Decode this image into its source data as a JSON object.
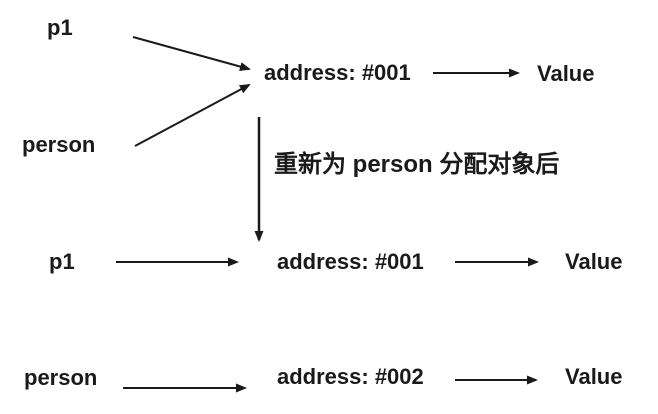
{
  "colors": {
    "ink": "#1a1a1a",
    "background": "#ffffff"
  },
  "diagram": {
    "before": {
      "p1_label": "p1",
      "person_label": "person",
      "address_label": "address: #001",
      "value_label": "Value"
    },
    "transition": {
      "label": "重新为 person 分配对象后"
    },
    "after": {
      "p1_label": "p1",
      "p1_address_label": "address: #001",
      "p1_value_label": "Value",
      "person_label": "person",
      "person_address_label": "address: #002",
      "person_value_label": "Value"
    }
  }
}
